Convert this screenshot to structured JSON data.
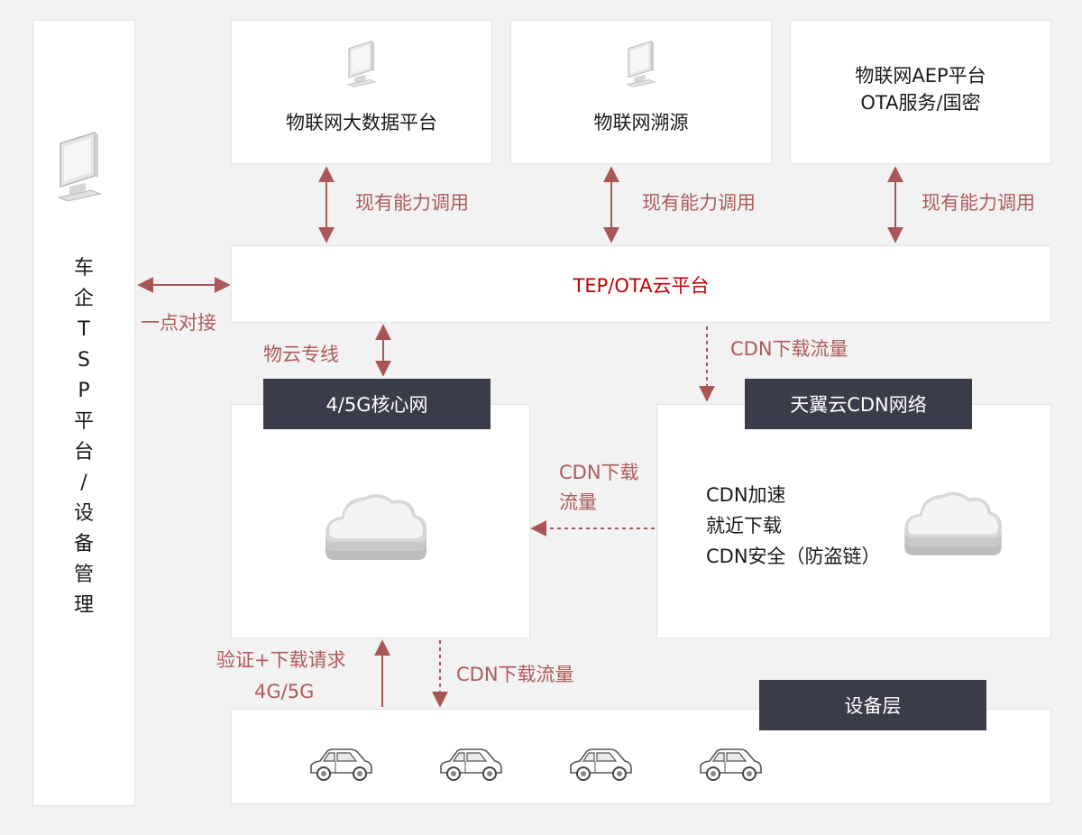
{
  "tsp": {
    "title": "车\n企\nT\nS\nP\n平\n台\n/\n设\n备\n管\n理",
    "icon": "monitor-icon"
  },
  "platforms": [
    {
      "title": "物联网大数据平台",
      "icon": "monitor-icon"
    },
    {
      "title": "物联网溯源",
      "icon": "monitor-icon"
    },
    {
      "title": "物联网AEP平台\nOTA服务/国密"
    }
  ],
  "capability_label": "现有能力调用",
  "tep": {
    "title": "TEP/OTA云平台"
  },
  "labels": {
    "one_point": "一点对接",
    "wuyun": "物云专线",
    "cdn_download_right": "CDN下载流量",
    "cdn_download_mid": "CDN下载\n流量",
    "verify": "验证+下载请求",
    "g45": "4G/5G",
    "cdn_download_bottom": "CDN下载流量"
  },
  "core_network": {
    "title": "4/5G核心网",
    "icon": "cloud-icon"
  },
  "cdn_network": {
    "title": "天翼云CDN网络",
    "features": "CDN加速\n就近下载\nCDN安全（防盗链）",
    "icon": "cloud-icon"
  },
  "device_layer": {
    "title": "设备层",
    "icon": "car-icon"
  },
  "colors": {
    "arrow": "#a85656",
    "dark": "#3b3c4a",
    "tep_title": "#c00000"
  }
}
